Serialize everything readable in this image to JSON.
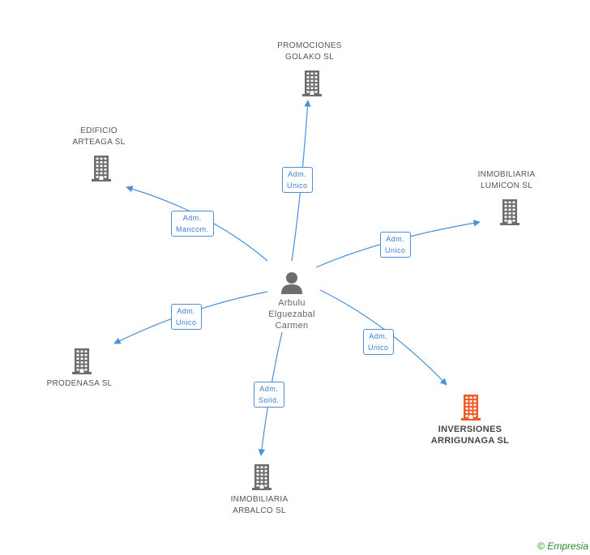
{
  "center": {
    "name_lines": [
      "Arbulu",
      "Elguezabal",
      "Carmen"
    ]
  },
  "companies": [
    {
      "id": "promociones",
      "lines": [
        "PROMOCIONES",
        "GOLAKO SL"
      ],
      "highlight": false
    },
    {
      "id": "edificio",
      "lines": [
        "EDIFICIO",
        "ARTEAGA SL"
      ],
      "highlight": false
    },
    {
      "id": "lumicon",
      "lines": [
        "INMOBILIARIA",
        "LUMICON SL"
      ],
      "highlight": false
    },
    {
      "id": "prodenasa",
      "lines": [
        "PRODENASA SL"
      ],
      "highlight": false
    },
    {
      "id": "inversiones",
      "lines": [
        "INVERSIONES",
        "ARRIGUNAGA SL"
      ],
      "highlight": true
    },
    {
      "id": "arbalco",
      "lines": [
        "INMOBILIARIA",
        "ARBALCO SL"
      ],
      "highlight": false
    }
  ],
  "edges": [
    {
      "to": "promociones",
      "lines": [
        "Adm.",
        "Unico"
      ]
    },
    {
      "to": "edificio",
      "lines": [
        "Adm.",
        "Mancom."
      ]
    },
    {
      "to": "lumicon",
      "lines": [
        "Adm.",
        "Unico"
      ]
    },
    {
      "to": "prodenasa",
      "lines": [
        "Adm.",
        "Unico"
      ]
    },
    {
      "to": "inversiones",
      "lines": [
        "Adm.",
        "Unico"
      ]
    },
    {
      "to": "arbalco",
      "lines": [
        "Adm.",
        "Solid."
      ]
    }
  ],
  "colors": {
    "edge": "#4a90d9",
    "building": "#6d6d6d",
    "building_highlight": "#f05a28",
    "person": "#6d6d6d"
  },
  "footer": {
    "copyright_symbol": "©",
    "brand": "Empresia"
  }
}
